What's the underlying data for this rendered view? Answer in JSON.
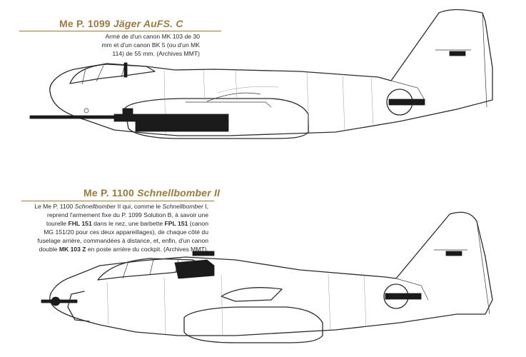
{
  "section1": {
    "title_prefix": "Me P. 1099 ",
    "title_italic": "Jäger AuFS. C",
    "caption_lines": [
      "Armé de d'un canon MK 103 de 30",
      "mm et d'un canon BK 5 (ou d'un MK",
      "114) de 55 mm. (Archives MMT)"
    ],
    "illustration": "me-p1099-profile-drawing"
  },
  "section2": {
    "title_prefix": "Me P. 1100 ",
    "title_italic": "Schnellbomber II",
    "caption": {
      "l1_a": "Le Me P. 1100 ",
      "l1_i": "Schnellbomber",
      "l1_b": " II qui, comme le ",
      "l1_i2": "Schnellbomber",
      "l1_c": " I,",
      "l2": "reprend l'armement fixe du P. 1099 Solution B, à savoir une",
      "l3_a": "tourelle ",
      "l3_b1": "FHL 151",
      "l3_c": " dans le nez, une barbette ",
      "l3_b2": "FPL 151",
      "l3_d": " (canon",
      "l4": "MG 151/20 pour ces deux appareillages), de chaque côté du",
      "l5": "fuselage arrière, commandées à distance, et, enfin, d'un canon",
      "l6_a": "double ",
      "l6_b": "MK 103 Z",
      "l6_c": " en poste arrière du cockpit. (Archives MMT)."
    },
    "illustration": "me-p1100-profile-drawing"
  }
}
